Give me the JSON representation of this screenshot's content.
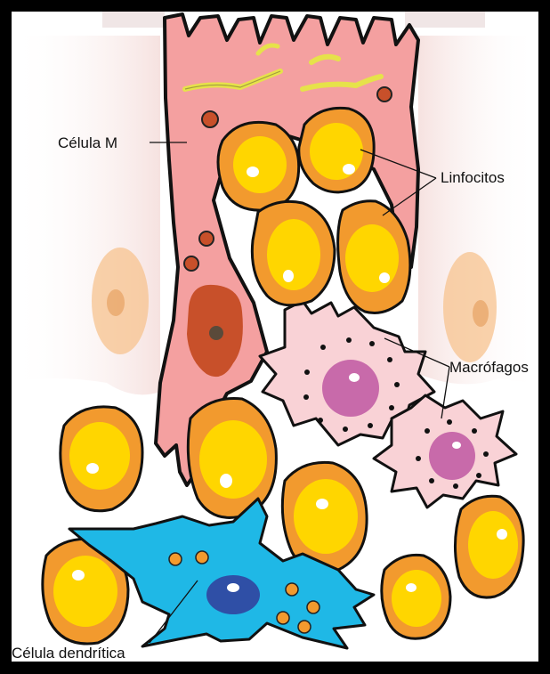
{
  "labels": {
    "m_cell": "Célula M",
    "lymphocytes": "Linfocitos",
    "macrophages": "Macrófagos",
    "dendritic_cell": "Célula dendrítica"
  },
  "colors": {
    "frame": "#000000",
    "m_cell": "#f4a0a0",
    "m_cell_nucleus": "#c8502a",
    "lymphocyte_outer": "#f29a2e",
    "lymphocyte_inner": "#ffd600",
    "macrophage": "#f9d2d6",
    "macrophage_nucleus": "#c86aaa",
    "dendritic_cell": "#1fb8e6",
    "dendritic_nucleus": "#2f4fa6",
    "epithelial_cell": "#f7c38f",
    "microvilli_yellow": "#e6e24a"
  }
}
